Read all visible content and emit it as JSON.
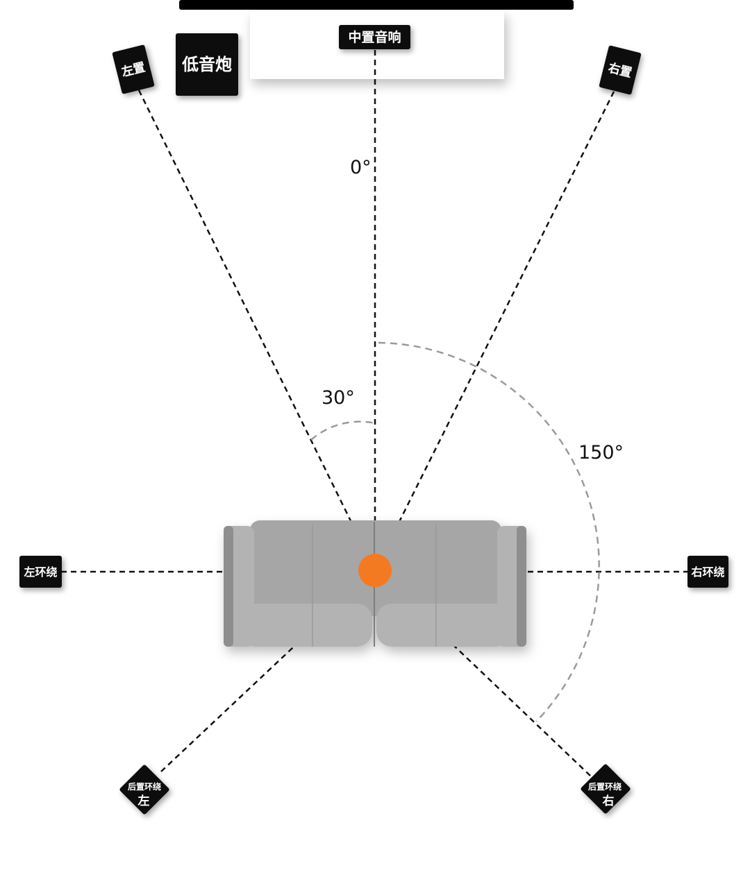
{
  "colors": {
    "speaker_fill": "#111111",
    "speaker_text": "#ffffff",
    "line": "#111111",
    "arc": "#9a9a9a",
    "listener": "#f47a22",
    "sofa_dark": "#8e8e8e",
    "sofa_mid": "#a6a6a6",
    "sofa_light": "#b3b3b3",
    "screen_bar": "#000000",
    "tv_panel": "#ffffff"
  },
  "speakers": {
    "center": "中置音响",
    "subwoofer": "低音炮",
    "front_left": "左置",
    "front_right": "右置",
    "surround_left": "左环绕",
    "surround_right": "右环绕",
    "rear_left": {
      "line1": "后置环绕",
      "line2": "左"
    },
    "rear_right": {
      "line1": "后置环绕",
      "line2": "右"
    }
  },
  "angles": {
    "center": "0°",
    "front": "30°",
    "rear": "150°"
  },
  "icons": {
    "listener": "listener-dot-icon",
    "sofa": "sofa-icon"
  }
}
